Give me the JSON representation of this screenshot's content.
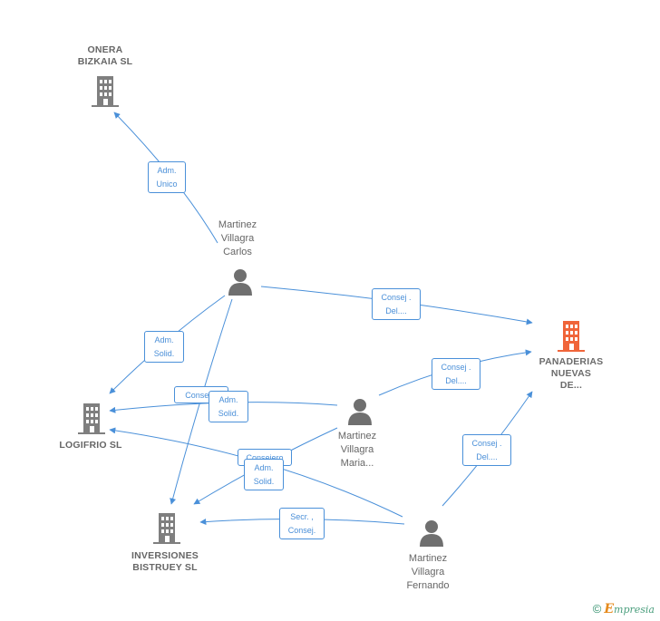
{
  "nodes": {
    "onera": {
      "lines": [
        "ONERA",
        "BIZKAIA SL"
      ]
    },
    "panaderias": {
      "lines": [
        "PANADERIAS",
        "NUEVAS",
        "DE..."
      ]
    },
    "logifrio": {
      "lines": [
        "LOGIFRIO SL"
      ]
    },
    "inversiones": {
      "lines": [
        "INVERSIONES",
        "BISTRUEY SL"
      ]
    },
    "carlos": {
      "lines": [
        "Martinez",
        "Villagra",
        "Carlos"
      ]
    },
    "maria": {
      "lines": [
        "Martinez",
        "Villagra",
        "Maria..."
      ]
    },
    "fernando": {
      "lines": [
        "Martinez",
        "Villagra",
        "Fernando"
      ]
    }
  },
  "relations": {
    "r1": [
      "Adm.",
      "Unico"
    ],
    "r2": [
      "Consej .",
      "Del...."
    ],
    "r3": [
      "Adm.",
      "Solid."
    ],
    "r4": [
      "Consej .",
      "Del...."
    ],
    "r5": [
      "Consej..."
    ],
    "r6": [
      "Adm.",
      "Solid."
    ],
    "r7": [
      "Consejero"
    ],
    "r8": [
      "Adm.",
      "Solid."
    ],
    "r9": [
      "Consej .",
      "Del...."
    ],
    "r10": [
      "Secr. ,",
      "Consej."
    ]
  },
  "colors": {
    "edge": "#4a90d9",
    "company": "#7f7f7f",
    "focus_company": "#f0653a",
    "person": "#6f6f6f"
  },
  "footer": {
    "symbol": "©",
    "brand_initial": "E",
    "brand_rest": "mpresia"
  }
}
